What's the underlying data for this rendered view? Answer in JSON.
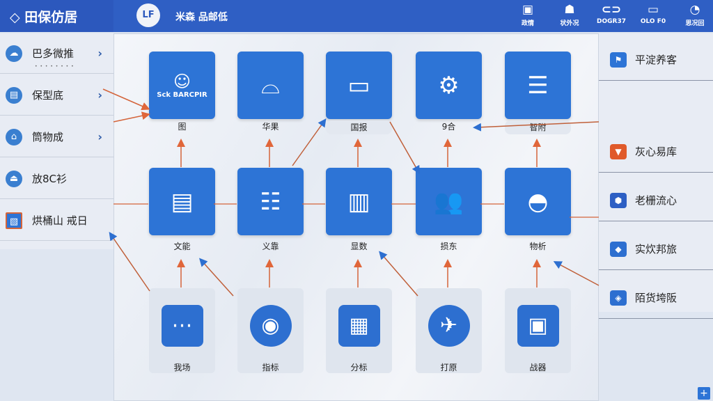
{
  "header": {
    "brand": "田保仿居",
    "avatar": "LF",
    "title": "米森 品邮低",
    "tools": [
      {
        "icon": "id-card-icon",
        "glyph": "▣",
        "label": "政情"
      },
      {
        "icon": "user-icon",
        "glyph": "☗",
        "label": "状外况"
      },
      {
        "icon": "link-icon",
        "glyph": "⊂⊃",
        "label": "DOGR37"
      },
      {
        "icon": "window-icon",
        "glyph": "▭",
        "label": "OLO F0"
      },
      {
        "icon": "clock-icon",
        "glyph": "◔",
        "label": "思况回"
      }
    ]
  },
  "left_sidebar": [
    {
      "label": "巴多微推",
      "sub": "• • • • • • • •",
      "glyph": "☁",
      "chev": true
    },
    {
      "label": "保型底",
      "glyph": "▤",
      "chev": true
    },
    {
      "label": "筒物成",
      "glyph": "⌂",
      "chev": true
    },
    {
      "label": "放8C衫",
      "glyph": "⏏",
      "chev": false
    },
    {
      "label": "烘桶山 戒日",
      "glyph": "▧",
      "chev": false
    }
  ],
  "grid": {
    "row1": [
      {
        "glyph": "☺",
        "text": "Sck BARCPIR",
        "label": "图"
      },
      {
        "glyph": "⌓",
        "label": "华果"
      },
      {
        "glyph": "▭",
        "label": "国报"
      },
      {
        "glyph": "⚙",
        "label": "9合"
      },
      {
        "glyph": "☰",
        "label": "智附"
      }
    ],
    "row2": [
      {
        "glyph": "▤",
        "label": "文能"
      },
      {
        "glyph": "☷",
        "label": "义靠"
      },
      {
        "glyph": "▥",
        "label": "显数"
      },
      {
        "glyph": "👥",
        "label": "损东"
      },
      {
        "glyph": "◓",
        "label": "物析"
      }
    ],
    "row3": [
      {
        "glyph": "⋯",
        "label": "我场"
      },
      {
        "glyph": "◉",
        "label": "指标"
      },
      {
        "glyph": "▦",
        "label": "分标"
      },
      {
        "glyph": "✈",
        "label": "打原"
      },
      {
        "glyph": "▣",
        "label": "战器"
      }
    ]
  },
  "right_sidebar": [
    {
      "label": "平淀养客",
      "color": "#2d74d6",
      "glyph": "⚑"
    },
    {
      "label": "灰心易库",
      "color": "#e05a2a",
      "glyph": "▼"
    },
    {
      "label": "老栅流心",
      "color": "#2d5fc4",
      "glyph": "⬢"
    },
    {
      "label": "实炊邦旅",
      "color": "#2d6fd0",
      "glyph": "◆"
    },
    {
      "label": "陌货垮阪",
      "color": "#2d6fd0",
      "glyph": "◈"
    }
  ],
  "corner_button": "+"
}
